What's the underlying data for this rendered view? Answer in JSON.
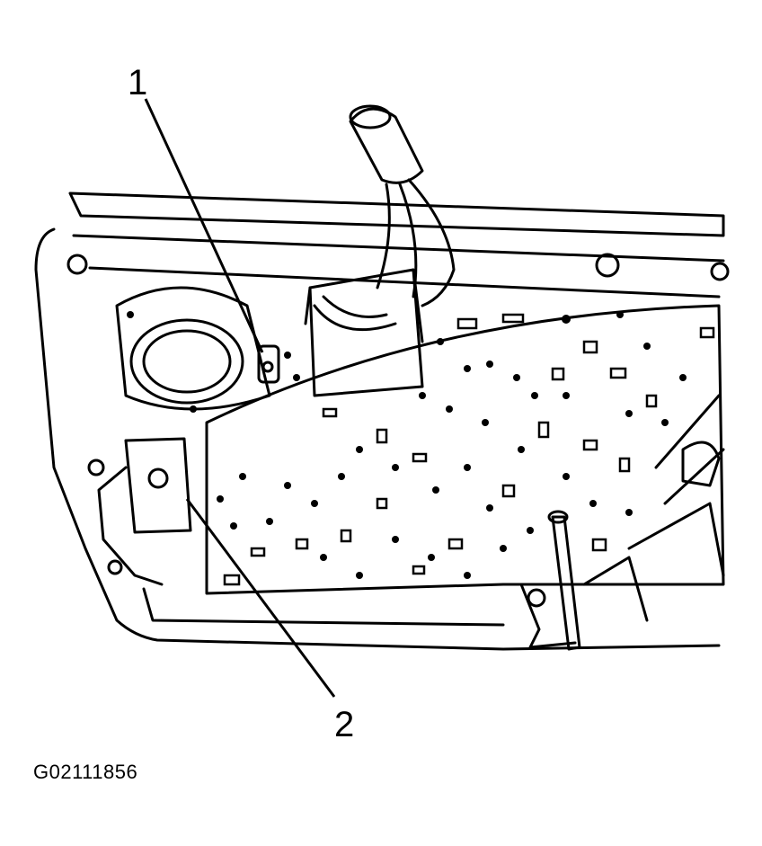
{
  "callouts": [
    {
      "number": "1"
    },
    {
      "number": "2"
    }
  ],
  "figure_id": "G02111856"
}
